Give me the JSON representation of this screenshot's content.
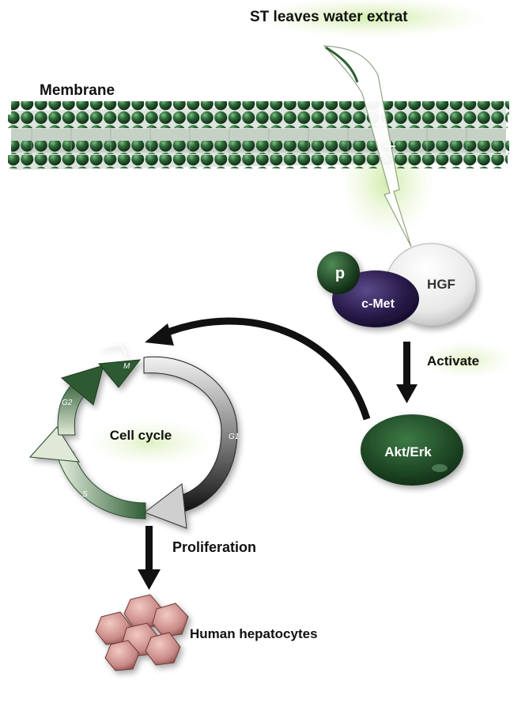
{
  "labels": {
    "extract": "ST leaves water extrat",
    "membrane": "Membrane",
    "p": "p",
    "cmet": "c-Met",
    "hgf": "HGF",
    "activate": "Activate",
    "aktErk": "Akt/Erk",
    "cellCycle": "Cell cycle",
    "proliferation": "Proliferation",
    "hepatocytes": "Human hepatocytes",
    "phaseM": "M",
    "phaseG1": "G1",
    "phaseG2": "G2",
    "phaseS": "S"
  },
  "colors": {
    "bead": "#2f6b3a",
    "beadDark": "#173d20",
    "cmet": "#2b1d4d",
    "pBall": "#1f4a26",
    "akt": "#1e4a26",
    "arrow": "#111111",
    "cellFill": "#c98a86",
    "glow": "#c9e89a"
  },
  "icons": [
    "membrane-bilayer-icon",
    "hepatocyte-cells-icon"
  ]
}
